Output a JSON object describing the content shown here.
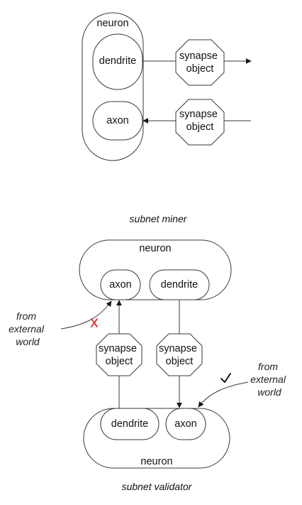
{
  "colors": {
    "stroke": "#3a3a3a",
    "text": "#111111",
    "reject_mark": "#e0281e",
    "accept_mark": "#000000"
  },
  "miner": {
    "caption": "subnet miner",
    "neuron_label": "neuron",
    "dendrite_label": "dendrite",
    "axon_label": "axon",
    "synapse_out": [
      "synapse",
      "object"
    ],
    "synapse_in": [
      "synapse",
      "object"
    ]
  },
  "validator": {
    "caption": "subnet validator",
    "top_neuron_label": "neuron",
    "top_axon_label": "axon",
    "top_dendrite_label": "dendrite",
    "bottom_neuron_label": "neuron",
    "bottom_dendrite_label": "dendrite",
    "bottom_axon_label": "axon",
    "synapse_left": [
      "synapse",
      "object"
    ],
    "synapse_right": [
      "synapse",
      "object"
    ],
    "external_left": [
      "from",
      "external",
      "world"
    ],
    "external_right": [
      "from",
      "external",
      "world"
    ],
    "reject_icon": "cross-mark-icon",
    "accept_icon": "check-mark-icon"
  }
}
